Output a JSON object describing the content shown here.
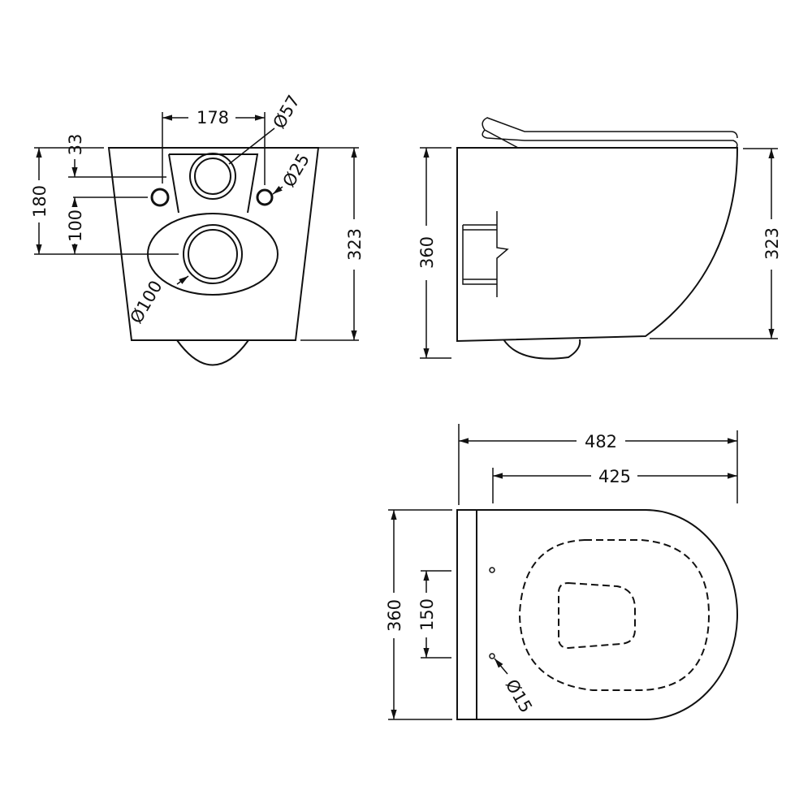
{
  "front_view": {
    "dim_width_fixings": "178",
    "dim_waste_diameter": "Ø57",
    "dim_fixing_diameter": "Ø25",
    "dim_outlet_diameter": "Ø100",
    "dim_top_to_inlet": "33",
    "dim_top_to_outlet": "180",
    "dim_fixing_to_outlet": "100",
    "dim_height": "323"
  },
  "side_view": {
    "dim_height_total": "360",
    "dim_height_body": "323"
  },
  "plan_view": {
    "dim_length_total": "482",
    "dim_length_bowl": "425",
    "dim_width": "360",
    "dim_hole_spacing": "150",
    "dim_hole_diameter": "Ø15"
  },
  "colors": {
    "line": "#111111",
    "background": "#ffffff"
  }
}
